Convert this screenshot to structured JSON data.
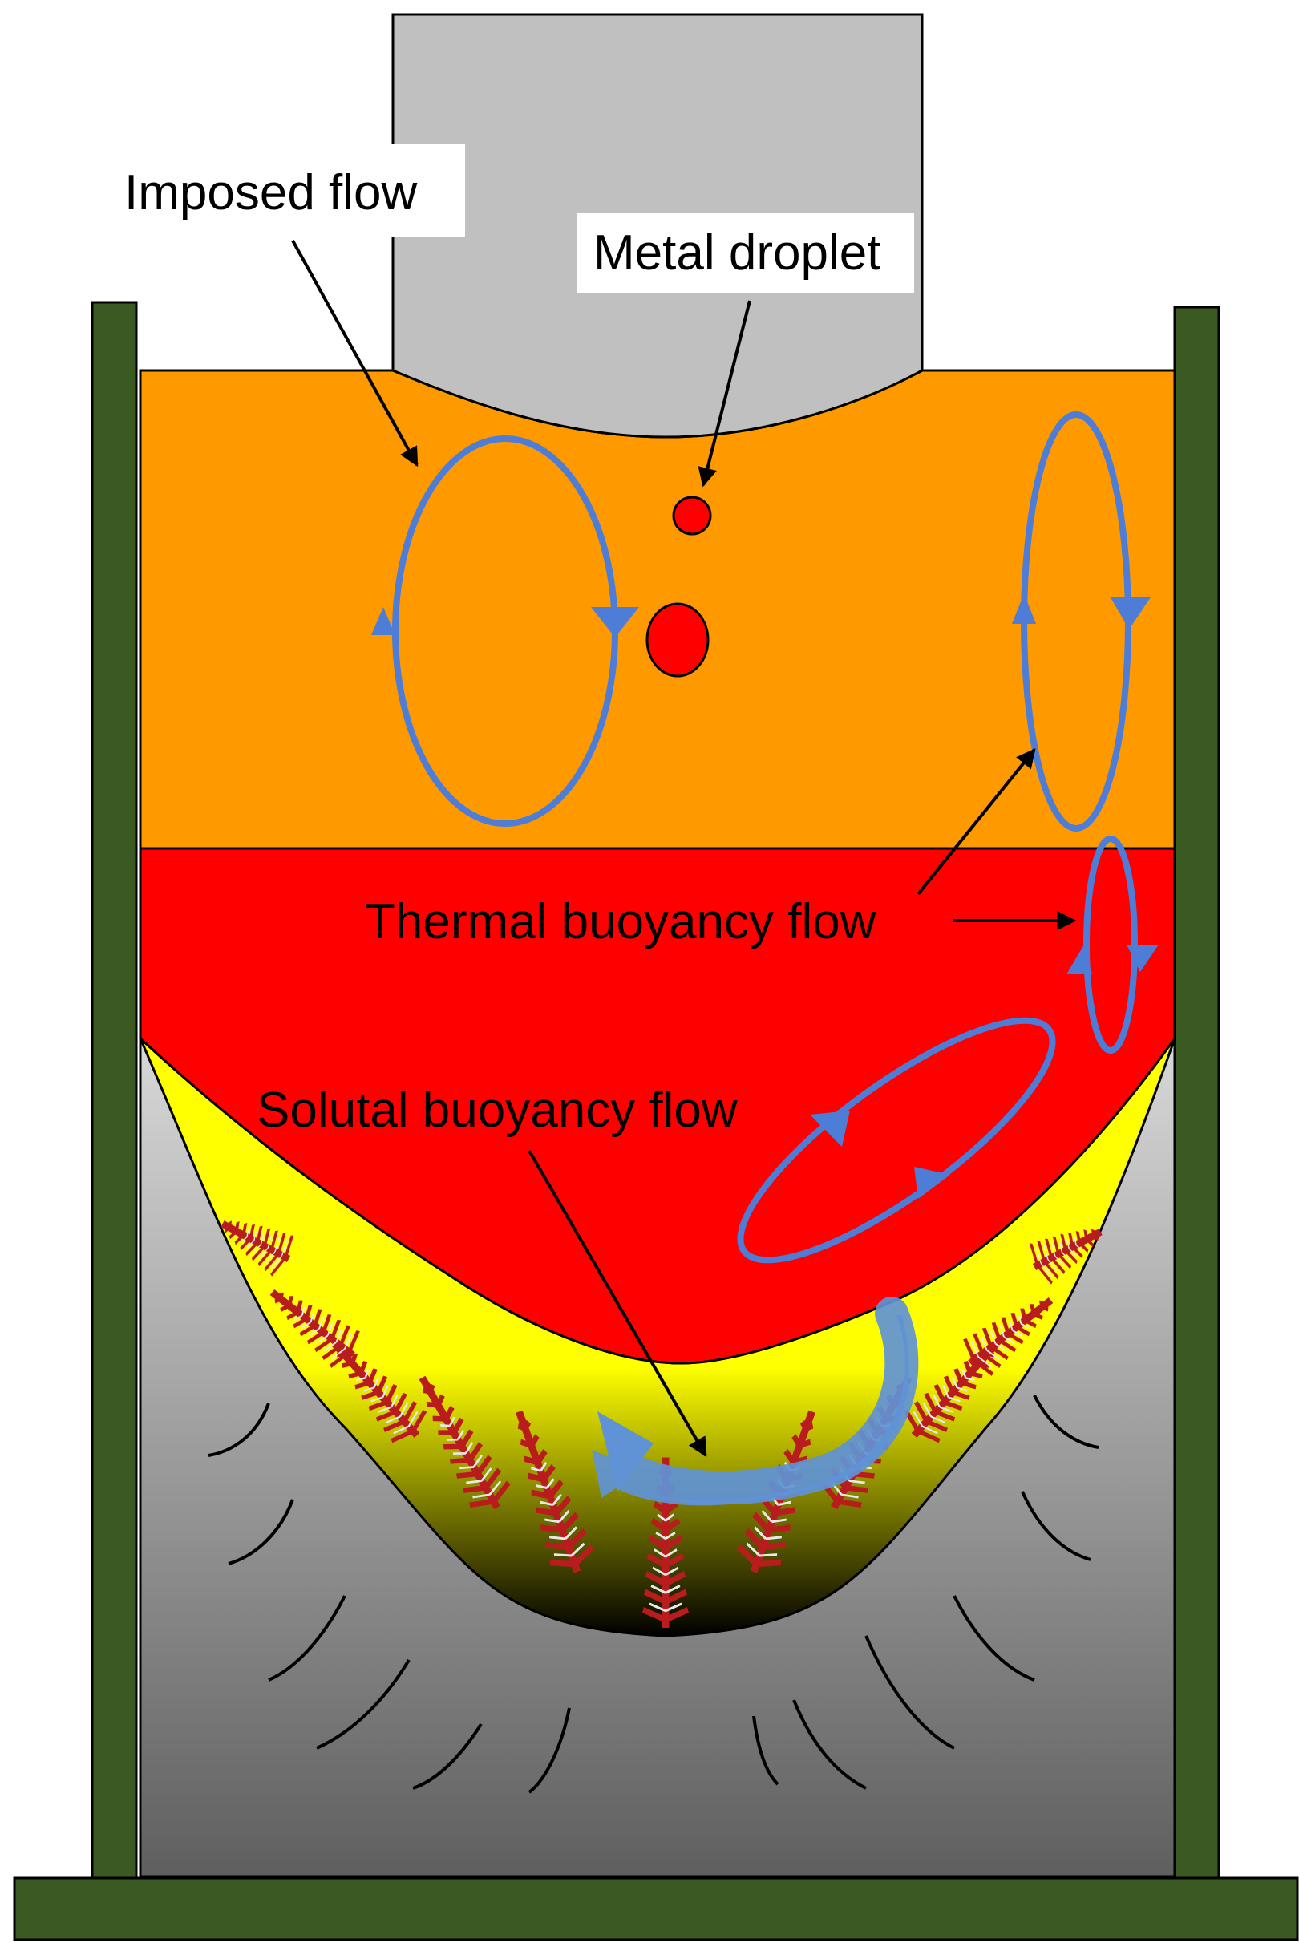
{
  "labels": {
    "imposed_flow": "Imposed flow",
    "metal_droplet": "Metal droplet",
    "thermal_buoyancy_flow": "Thermal buoyancy flow",
    "solutal_buoyancy_flow": "Solutal buoyancy flow"
  },
  "colors": {
    "electrode": "#c0c0c0",
    "slag": "#ff9900",
    "molten_metal": "#ff0000",
    "mushy_zone": "#ffff00",
    "solid_ingot": "#8c8c8c",
    "mold_wall": "#3a5a21",
    "flow_loop": "#4d7dd6",
    "dendrite": "#b81c1c",
    "droplet": "#ff0000"
  }
}
